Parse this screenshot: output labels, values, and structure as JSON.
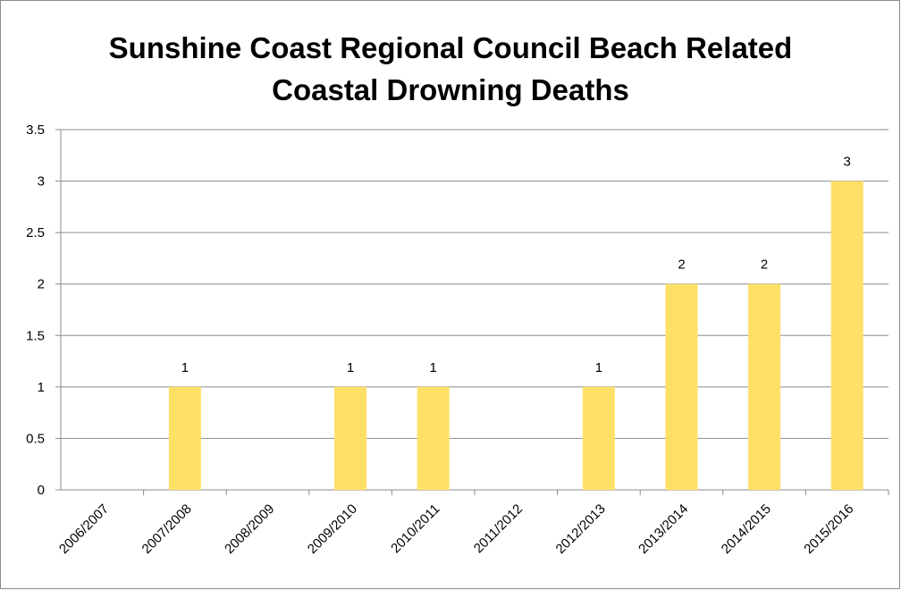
{
  "chart_data": {
    "type": "bar",
    "title_lines": [
      "Sunshine Coast Regional Council Beach Related",
      "Coastal Drowning Deaths"
    ],
    "categories": [
      "2006/2007",
      "2007/2008",
      "2008/2009",
      "2009/2010",
      "2010/2011",
      "2011/2012",
      "2012/2013",
      "2013/2014",
      "2014/2015",
      "2015/2016"
    ],
    "values": [
      0,
      1,
      0,
      1,
      1,
      0,
      1,
      2,
      2,
      3
    ],
    "data_labels": [
      "",
      "1",
      "",
      "1",
      "1",
      "",
      "1",
      "2",
      "2",
      "3"
    ],
    "yticks": [
      "0",
      "0.5",
      "1",
      "1.5",
      "2",
      "2.5",
      "3",
      "3.5"
    ],
    "ylim": [
      0,
      3.5
    ],
    "xlabel": "",
    "ylabel": "",
    "grid": true,
    "legend": "none",
    "bar_color": "#FFE066",
    "grid_color": "#8c8c8c"
  }
}
